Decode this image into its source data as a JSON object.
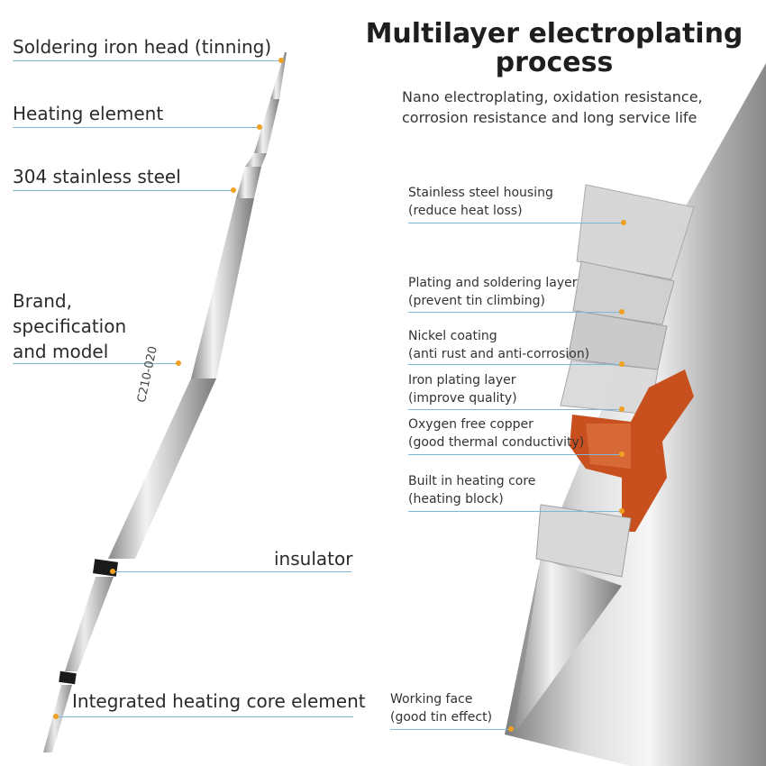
{
  "left_labels": {
    "tip_head": "Soldering iron head (tinning)",
    "heating_element": "Heating element",
    "stainless": "304 stainless steel",
    "brand": "Brand,\nspecification\nand model",
    "insulator": "insulator",
    "integrated": "Integrated heating core element"
  },
  "title": "Multilayer electroplating\nprocess",
  "subtitle": "Nano electroplating, oxidation resistance,\ncorrosion resistance and long service life",
  "right_labels": {
    "housing": "Stainless steel housing\n(reduce heat loss)",
    "plating": "Plating and soldering layer\n(prevent tin climbing)",
    "nickel": "Nickel coating\n(anti rust and anti-corrosion)",
    "iron": "Iron plating layer\n(improve quality)",
    "copper": "Oxygen free copper\n(good thermal conductivity)",
    "core": "Built in heating core\n(heating block)",
    "face": "Working face\n(good tin effect)"
  },
  "tip_engraving": "C210-020",
  "colors": {
    "leader_line": "#7fb8d6",
    "marker_dot": "#f0a020",
    "copper": "#c8501f",
    "steel_light": "#e8e8e8",
    "steel_dark": "#9a9a9a"
  }
}
